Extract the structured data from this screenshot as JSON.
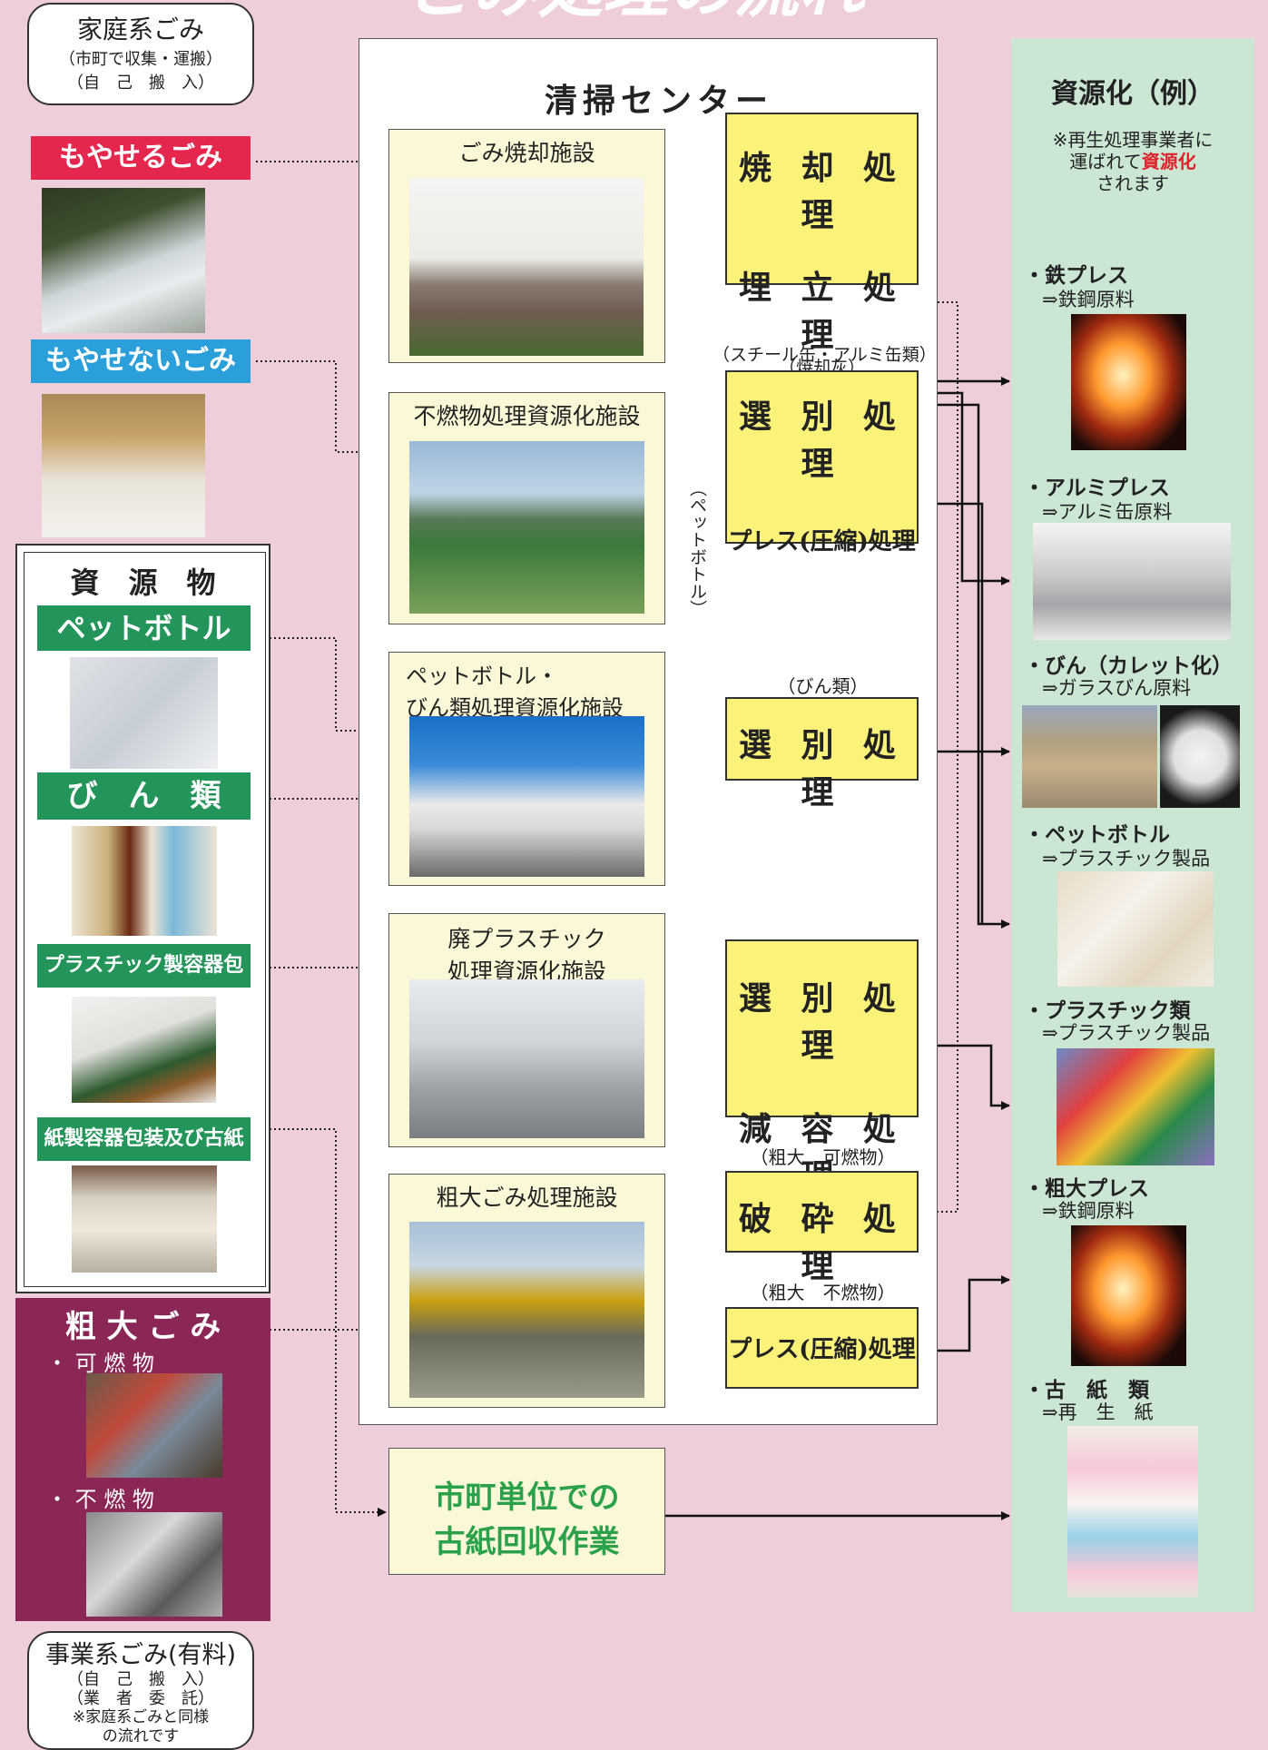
{
  "header": {
    "title_partial": "ごみ処理の流れ"
  },
  "household": {
    "title": "家庭系ごみ",
    "line1": "（市町で収集・運搬）",
    "line2": "（自　己　搬　入）"
  },
  "sources": {
    "burnable": {
      "label": "もやせるごみ",
      "color": "#e5264e"
    },
    "nonburnable": {
      "label": "もやせないごみ",
      "color": "#2b9fd9"
    },
    "resources_title": "資　源　物",
    "pet": {
      "label": "ペットボトル",
      "color": "#23955a"
    },
    "bottles": {
      "label": "び　ん　類",
      "color": "#23955a"
    },
    "plastic": {
      "label": "プラスチック製容器包装",
      "color": "#23955a"
    },
    "paper": {
      "label": "紙製容器包装及び古紙類",
      "color": "#23955a"
    },
    "bulky": {
      "title": "粗 大 ご み",
      "burnable": "・ 可 燃 物",
      "nonburnable": "・ 不 燃 物",
      "color": "#8a2757"
    }
  },
  "business": {
    "title": "事業系ごみ(有料)",
    "line1": "（自　己　搬　入）",
    "line2": "（業　者　委　託）",
    "line3": "※家庭系ごみと同様",
    "line4": "の流れです"
  },
  "center": {
    "title": "清掃センター",
    "facilities": {
      "incinerator": "ごみ焼却施設",
      "nonburnable": "不燃物処理資源化施設",
      "pet_line1": "ペットボトル・",
      "pet_line2": "びん類処理資源化施設",
      "plastic_line1": "廃プラスチック",
      "plastic_line2": "処理資源化施設",
      "bulky": "粗大ごみ処理施設"
    },
    "processes": {
      "incinerate": "焼 却 処 理",
      "landfill": "埋 立 処 理",
      "landfill_note": "（焼却灰）",
      "cans_note": "（スチール缶・アルミ缶類）",
      "sort1": "選 別 処 理",
      "press1": "プレス(圧縮)処理",
      "pet_vertical": "（ペットボトル）",
      "bottles_note": "（びん類）",
      "sort2": "選 別 処 理",
      "sort3": "選 別 処 理",
      "reduce": "減 容 処 理",
      "bulky_burn_note": "（粗大　可燃物）",
      "crush": "破 砕 処 理",
      "bulky_nonburn_note": "（粗大　不燃物）",
      "press2": "プレス(圧縮)処理"
    },
    "paper_collection_line1": "市町単位での",
    "paper_collection_line2": "古紙回収作業",
    "paper_collection_color": "#2aa14a"
  },
  "recycle": {
    "title": "資源化（例）",
    "note1": "※再生処理事業者に",
    "note2a": "運ばれて",
    "note2b": "資源化",
    "note3": "されます",
    "note_highlight_color": "#e0202a",
    "items": [
      {
        "name": "・鉄プレス",
        "sub": "⇒鉄鋼原料"
      },
      {
        "name": "・アルミプレス",
        "sub": "⇒アルミ缶原料"
      },
      {
        "name": "・びん（カレット化）",
        "sub": "⇒ガラスびん原料"
      },
      {
        "name": "・ペットボトル",
        "sub": "⇒プラスチック製品"
      },
      {
        "name": "・プラスチック類",
        "sub": "⇒プラスチック製品"
      },
      {
        "name": "・粗大プレス",
        "sub": "⇒鉄鋼原料"
      },
      {
        "name": "・古　紙　類",
        "sub": "⇒再　生　紙"
      }
    ],
    "panel_color": "#cbe6d3"
  }
}
